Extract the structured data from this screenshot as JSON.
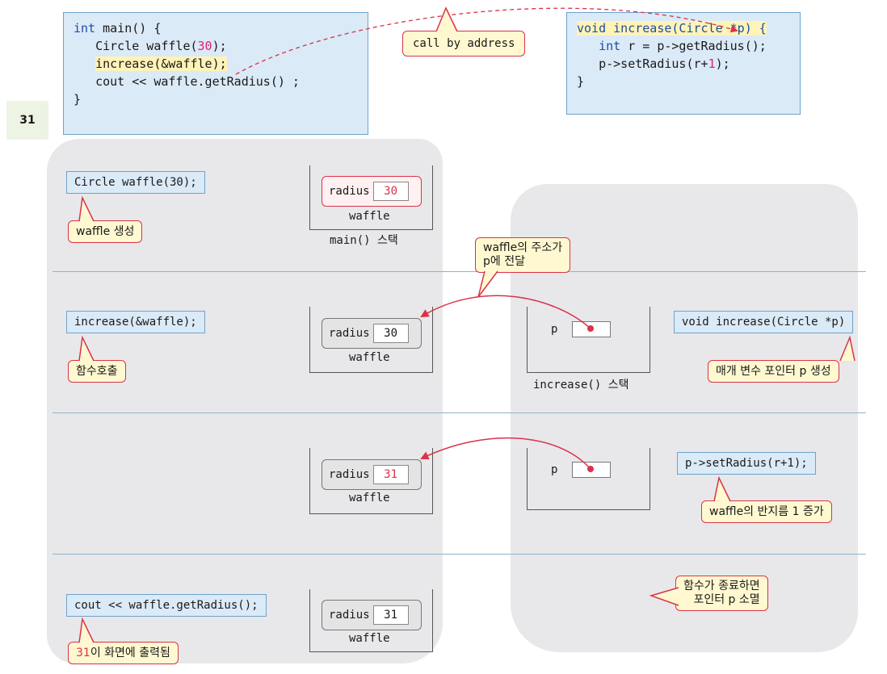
{
  "side_number": "31",
  "main_code": {
    "lines": [
      [
        "int",
        " main() {"
      ],
      [
        "",
        "   Circle waffle(",
        "30",
        ");"
      ],
      [
        "",
        "   increase(&waffle);"
      ],
      [
        "",
        "   cout << waffle.getRadius() ;"
      ],
      [
        "",
        "}"
      ]
    ]
  },
  "call_by_address": "call by address",
  "increase_code": {
    "l1": "void increase(Circle *p) {",
    "l2a": "   int",
    "l2b": " r = p->getRadius();",
    "l3a": "   p->setRadius(r+",
    "l3b": "1",
    "l3c": ");",
    "l4": "}"
  },
  "step1": {
    "code": "Circle waffle(30);",
    "callout": "waffle 생성",
    "obj_label": "radius",
    "obj_value": "30",
    "obj_name": "waffle",
    "stack_label": "main() 스택"
  },
  "step2": {
    "code": "increase(&waffle);",
    "callout": "함수호출",
    "obj_label": "radius",
    "obj_value": "30",
    "obj_name": "waffle",
    "addr_callout_l1": "waffle의 주소가",
    "addr_callout_l2": "p에 전달",
    "ptr_label": "p",
    "stack_label": "increase() 스택",
    "signature": "void increase(Circle *p)",
    "sig_callout": "매개 변수 포인터 p 생성"
  },
  "step3": {
    "obj_label": "radius",
    "obj_value": "31",
    "obj_name": "waffle",
    "ptr_label": "p",
    "code": "p->setRadius(r+1);",
    "callout": "waffle의 반지름 1 증가"
  },
  "step4": {
    "code": "cout << waffle.getRadius();",
    "callout_num": "31",
    "callout_rest": "이 화면에 출력됨",
    "obj_label": "radius",
    "obj_value": "31",
    "obj_name": "waffle",
    "end_callout_l1": "함수가 종료하면",
    "end_callout_l2": "포인터 p 소멸"
  }
}
